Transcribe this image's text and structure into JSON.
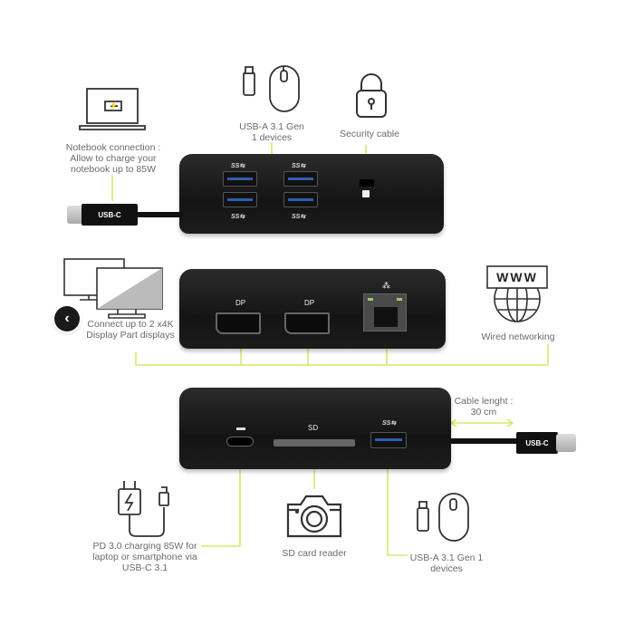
{
  "section_top": {
    "notebook_label": "Notebook connection : Allow to charge your notebook up to 85W",
    "usb_devices_label": "USB-A 3.1 Gen 1 devices",
    "security_label": "Security cable",
    "plug_label": "USB-C",
    "port_marks": [
      "SS⇆",
      "SS⇆",
      "SS⇆",
      "SS⇆"
    ]
  },
  "section_middle": {
    "displays_label": "Connect up to 2 x4K Display Part displays",
    "network_label": "Wired networking",
    "www_label": "WWW",
    "dp_labels": [
      "DP",
      "DP"
    ]
  },
  "section_bottom": {
    "cable_length_label": "Cable lenght : 30 cm",
    "plug_label": "USB-C",
    "sd_port_label": "SD",
    "usb_port_mark": "SS⇆",
    "pd_label": "PD 3.0 charging 85W for laptop or smartphone via USB-C 3.1",
    "sd_reader_label": "SD card reader",
    "usb_devices_label": "USB-A 3.1 Gen 1 devices"
  },
  "colors": {
    "accent_line": "#d6e86c",
    "dock": "#1b1b1b"
  },
  "nav": {
    "back_icon": "chevron-left-icon"
  }
}
